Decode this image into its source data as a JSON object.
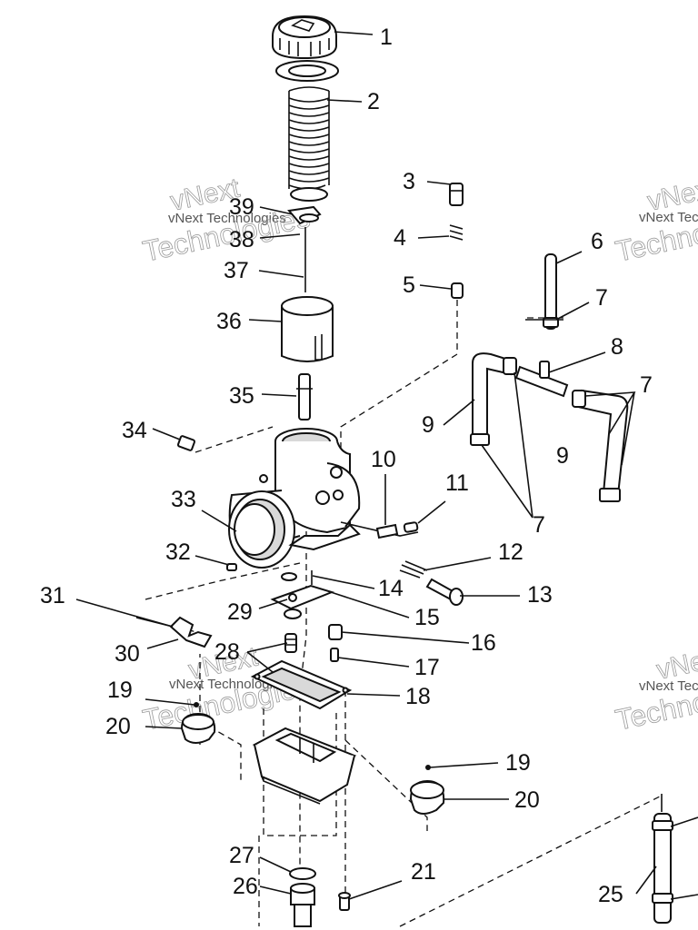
{
  "callouts": {
    "c1": "1",
    "c2": "2",
    "c3": "3",
    "c4": "4",
    "c5": "5",
    "c6": "6",
    "c7": "7",
    "c8": "8",
    "c9": "9",
    "c10": "10",
    "c11": "11",
    "c12": "12",
    "c13": "13",
    "c14": "14",
    "c15": "15",
    "c16": "16",
    "c17": "17",
    "c18": "18",
    "c19": "19",
    "c20": "20",
    "c21": "21",
    "c25": "25",
    "c26": "26",
    "c27": "27",
    "c28": "28",
    "c29": "29",
    "c30": "30",
    "c31": "31",
    "c32": "32",
    "c33": "33",
    "c34": "34",
    "c35": "35",
    "c36": "36",
    "c37": "37",
    "c38": "38",
    "c39": "39"
  },
  "watermark": {
    "line1": "vNext",
    "line2": "Technologies",
    "small": "vNext Technologies"
  },
  "colors": {
    "ink": "#111111",
    "paper": "#ffffff",
    "watermark": "#9a9a9a"
  }
}
